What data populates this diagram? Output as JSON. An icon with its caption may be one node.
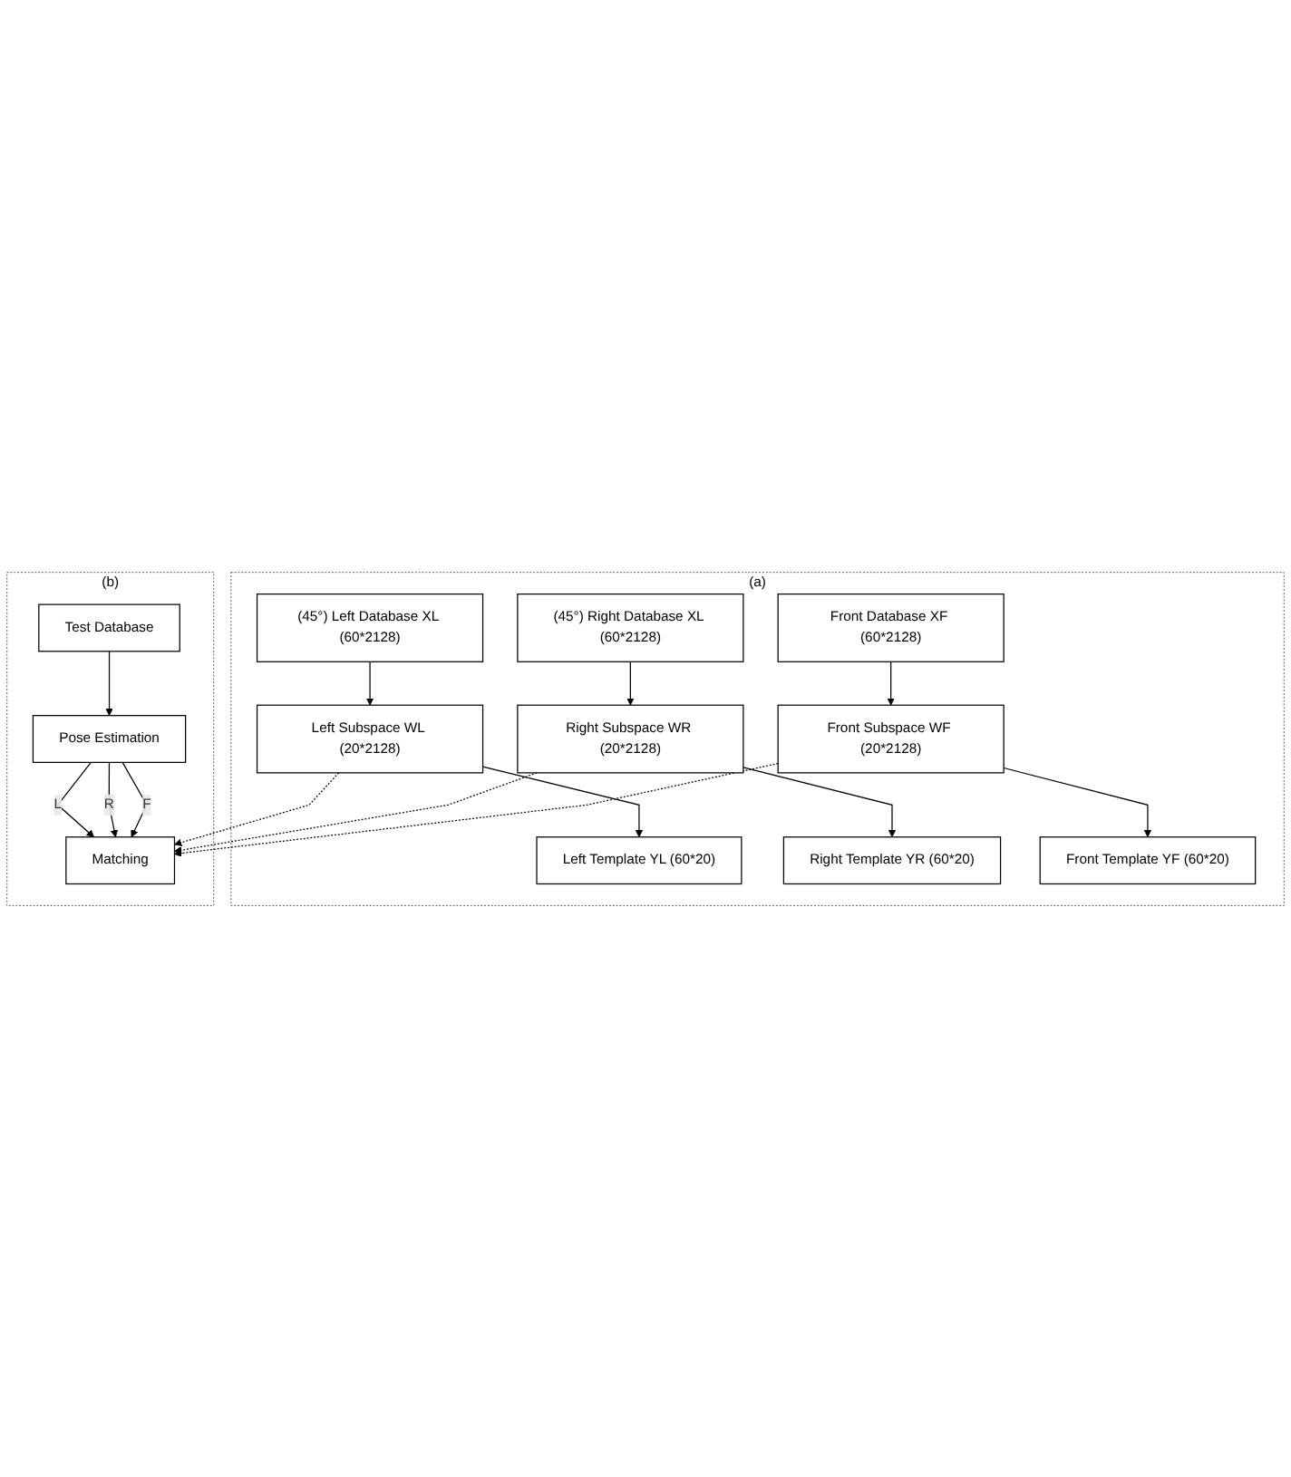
{
  "diagram": {
    "nodes": [
      {
        "text": [
          "(a)"
        ]
      },
      {
        "text": [
          "(45°) Left Database XL (60*2128)"
        ],
        "in": 0
      },
      {
        "text": [
          "Left Subspace WL (20*2128)"
        ],
        "in": 0
      },
      {
        "text": [
          "Left Template YL (60*20)"
        ],
        "in": 0
      },
      {
        "text": [
          "(45°) Right Database XL (60*2128)"
        ],
        "in": 0
      },
      {
        "text": [
          "Right Subspace WR (20*2128)"
        ],
        "in": 0
      },
      {
        "text": [
          "Right Template YR (60*20)"
        ],
        "in": 0
      },
      {
        "text": [
          "Front Database XF (60*2128)"
        ],
        "in": 0
      },
      {
        "text": [
          "Front Subspace WF (20*2128)"
        ],
        "in": 0
      },
      {
        "text": [
          "Front Template YF (60*20)"
        ],
        "in": 0
      },
      {
        "text": [
          "(b)"
        ]
      },
      {
        "text": [
          "Test Database"
        ],
        "in": 10
      },
      {
        "text": [
          "Pose Estimation"
        ],
        "in": 10
      },
      {
        "text": [
          "Matching"
        ],
        "in": 10
      }
    ],
    "edges": [
      {
        "from": 1,
        "to": 2,
        "arrow": "to"
      },
      {
        "from": 2,
        "to": 3,
        "arrow": "to"
      },
      {
        "from": 4,
        "to": 5,
        "arrow": "to"
      },
      {
        "from": 5,
        "to": 6,
        "arrow": "to"
      },
      {
        "from": 7,
        "to": 8,
        "arrow": "to"
      },
      {
        "from": 8,
        "to": 9,
        "arrow": "to"
      },
      {
        "from": 11,
        "to": 12,
        "arrow": "to"
      },
      {
        "from": 12,
        "to": 13,
        "label": "L",
        "arrow": "to"
      },
      {
        "from": 12,
        "to": 13,
        "label": "R",
        "arrow": "to"
      },
      {
        "from": 12,
        "to": 13,
        "label": "F",
        "arrow": "to"
      },
      {
        "from": 2,
        "to": 13,
        "arrow": "to",
        "style": "dashed"
      },
      {
        "from": 5,
        "to": 13,
        "arrow": "to",
        "style": "dashed"
      },
      {
        "from": 8,
        "to": 13,
        "arrow": "to",
        "style": "dashed"
      }
    ]
  }
}
